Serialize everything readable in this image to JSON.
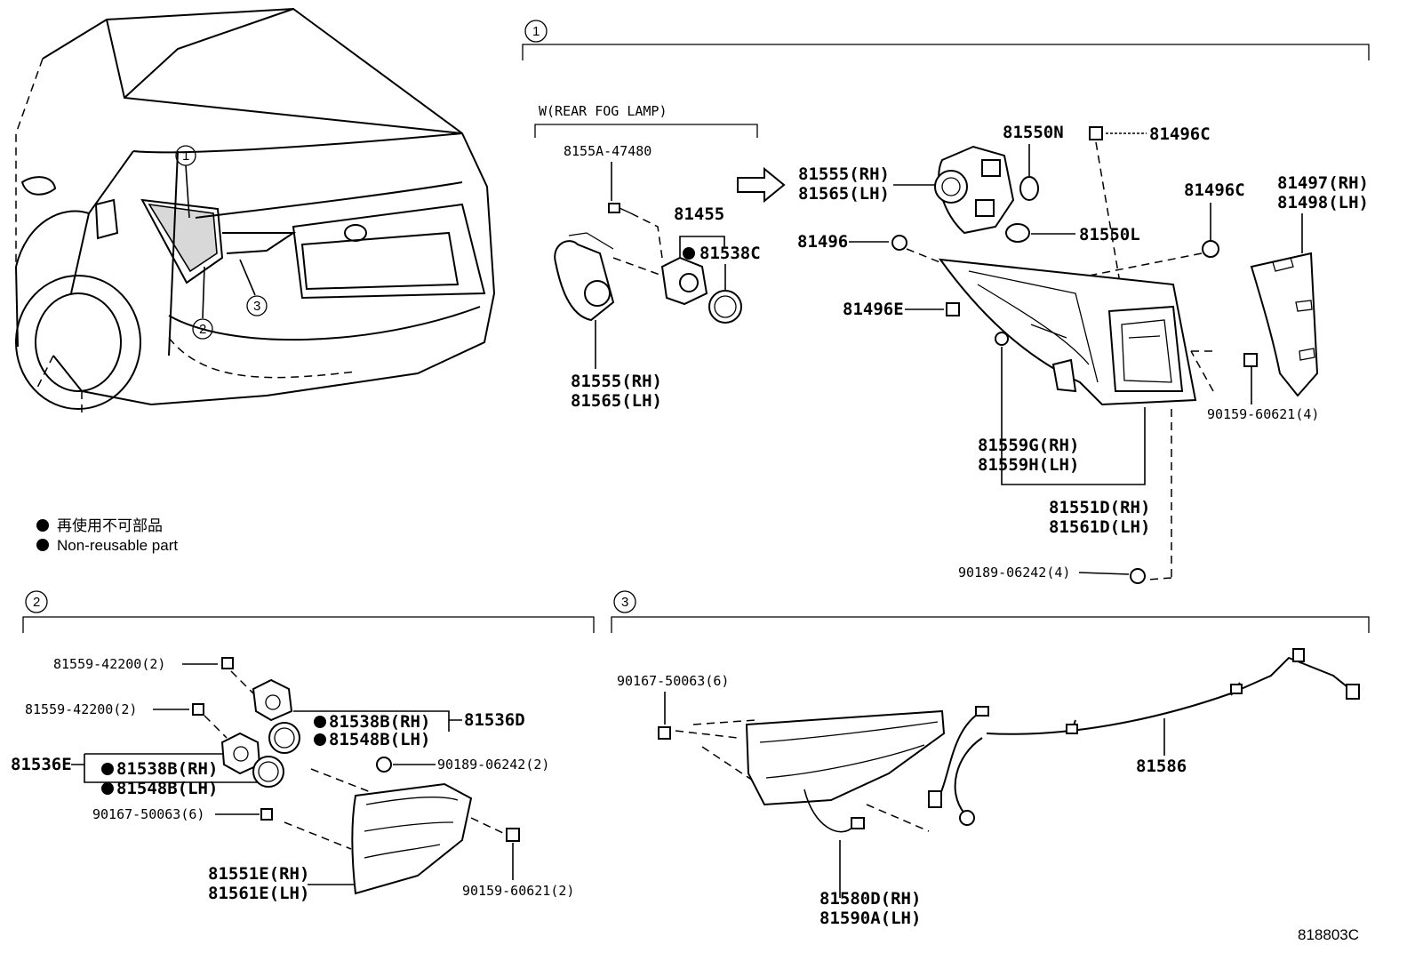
{
  "callouts": [
    "1",
    "2",
    "3"
  ],
  "notes": {
    "jp": "再使用不可部品",
    "en": "Non-reusable part"
  },
  "section1": {
    "option_label": "W(REAR FOG LAMP)",
    "parts": {
      "screw_fog": "8155A-47480",
      "socket_fog": "81455",
      "gasket_fog": "81538C",
      "socket_fog_rh": "81555(RH)",
      "socket_fog_lh": "81565(LH)",
      "socket_main_rh": "81555(RH)",
      "socket_main_lh": "81565(LH)",
      "bulb_n": "81550N",
      "bulb_l": "81550L",
      "clip_top": "81496C",
      "clip_right": "81496C",
      "clip_a": "81496",
      "clip_e": "81496E",
      "cover_rh": "81497(RH)",
      "cover_lh": "81498(LH)",
      "screw_cover": "90159-60621(4)",
      "lens_rh": "81559G(RH)",
      "lens_lh": "81559H(LH)",
      "lamp_rh": "81551D(RH)",
      "lamp_lh": "81561D(LH)",
      "nut": "90189-06242(4)"
    }
  },
  "section2": {
    "parts": {
      "screw_a": "81559-42200(2)",
      "screw_b": "81559-42200(2)",
      "socket_d": "81536D",
      "socket_e": "81536E",
      "gasket_d_rh": "81538B(RH)",
      "gasket_d_lh": "81548B(LH)",
      "gasket_e_rh": "81538B(RH)",
      "gasket_e_lh": "81548B(LH)",
      "nut": "90189-06242(2)",
      "screw_c": "90167-50063(6)",
      "screw_d": "90159-60621(2)",
      "lamp_rh": "81551E(RH)",
      "lamp_lh": "81561E(LH)"
    }
  },
  "section3": {
    "parts": {
      "screw": "90167-50063(6)",
      "wire": "81586",
      "lamp_rh": "81580D(RH)",
      "lamp_lh": "81590A(LH)"
    }
  },
  "diagram_code": "818803C"
}
